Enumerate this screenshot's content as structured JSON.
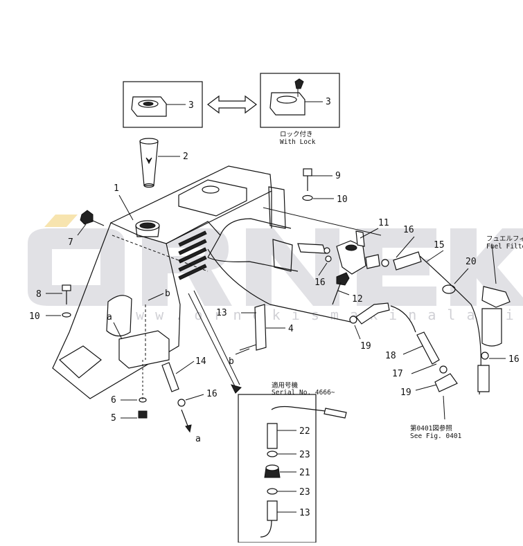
{
  "watermark": {
    "brand": "ORNEK",
    "url": "w w w . o r n e k i s m a k i n a l a r i . c o m . t r"
  },
  "labels": {
    "with_lock_jp": "ロック付き",
    "with_lock_en": "With Lock",
    "fuel_filter_jp": "フュエルフィルタ",
    "fuel_filter_en": "Fuel Filter",
    "serial_jp": "適用号機",
    "serial_en": "Serial No. 4666~",
    "see_fig_jp": "第0401図参照",
    "see_fig_en": "See Fig. 0401"
  },
  "parts": {
    "p1": "1",
    "p2": "2",
    "p3a": "3",
    "p3b": "3",
    "p4": "4",
    "p5": "5",
    "p6": "6",
    "p7": "7",
    "p8": "8",
    "p9": "9",
    "p10a": "10",
    "p10b": "10",
    "p11": "11",
    "p12": "12",
    "p13a": "13",
    "p13b": "13",
    "p14": "14",
    "p15": "15",
    "p16a": "16",
    "p16b": "16",
    "p16c": "16",
    "p16d": "16",
    "p17": "17",
    "p18": "18",
    "p19a": "19",
    "p19b": "19",
    "p20": "20",
    "p21": "21",
    "p22": "22",
    "p23a": "23",
    "p23b": "23"
  },
  "refs": {
    "a1": "a",
    "a2": "a",
    "b1": "b",
    "b2": "b"
  }
}
